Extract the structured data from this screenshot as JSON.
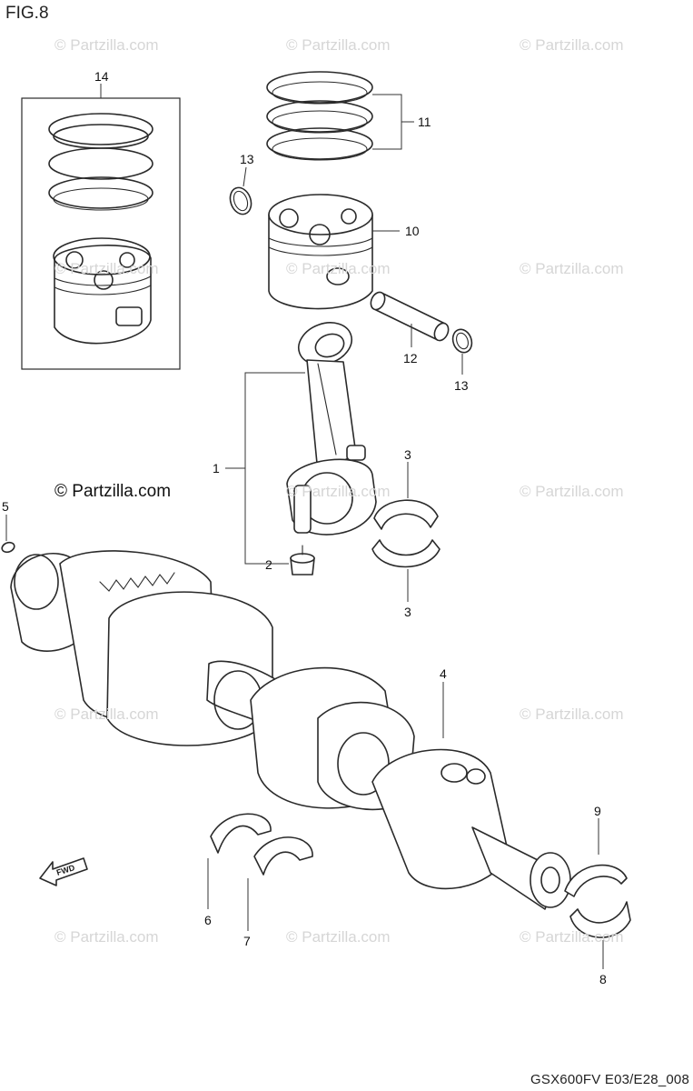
{
  "figure_label": "FIG.8",
  "copyright_notice": "© Partzilla.com",
  "watermark_text": "© Partzilla.com",
  "document_code": "GSX600FV E03/E28_008",
  "fwd_marker": "FWD",
  "callouts": {
    "c14": "14",
    "c11": "11",
    "c13a": "13",
    "c10": "10",
    "c12": "12",
    "c13b": "13",
    "c1": "1",
    "c3a": "3",
    "c5": "5",
    "c2": "2",
    "c3b": "3",
    "c4": "4",
    "c9": "9",
    "c6": "6",
    "c7": "7",
    "c8": "8"
  }
}
